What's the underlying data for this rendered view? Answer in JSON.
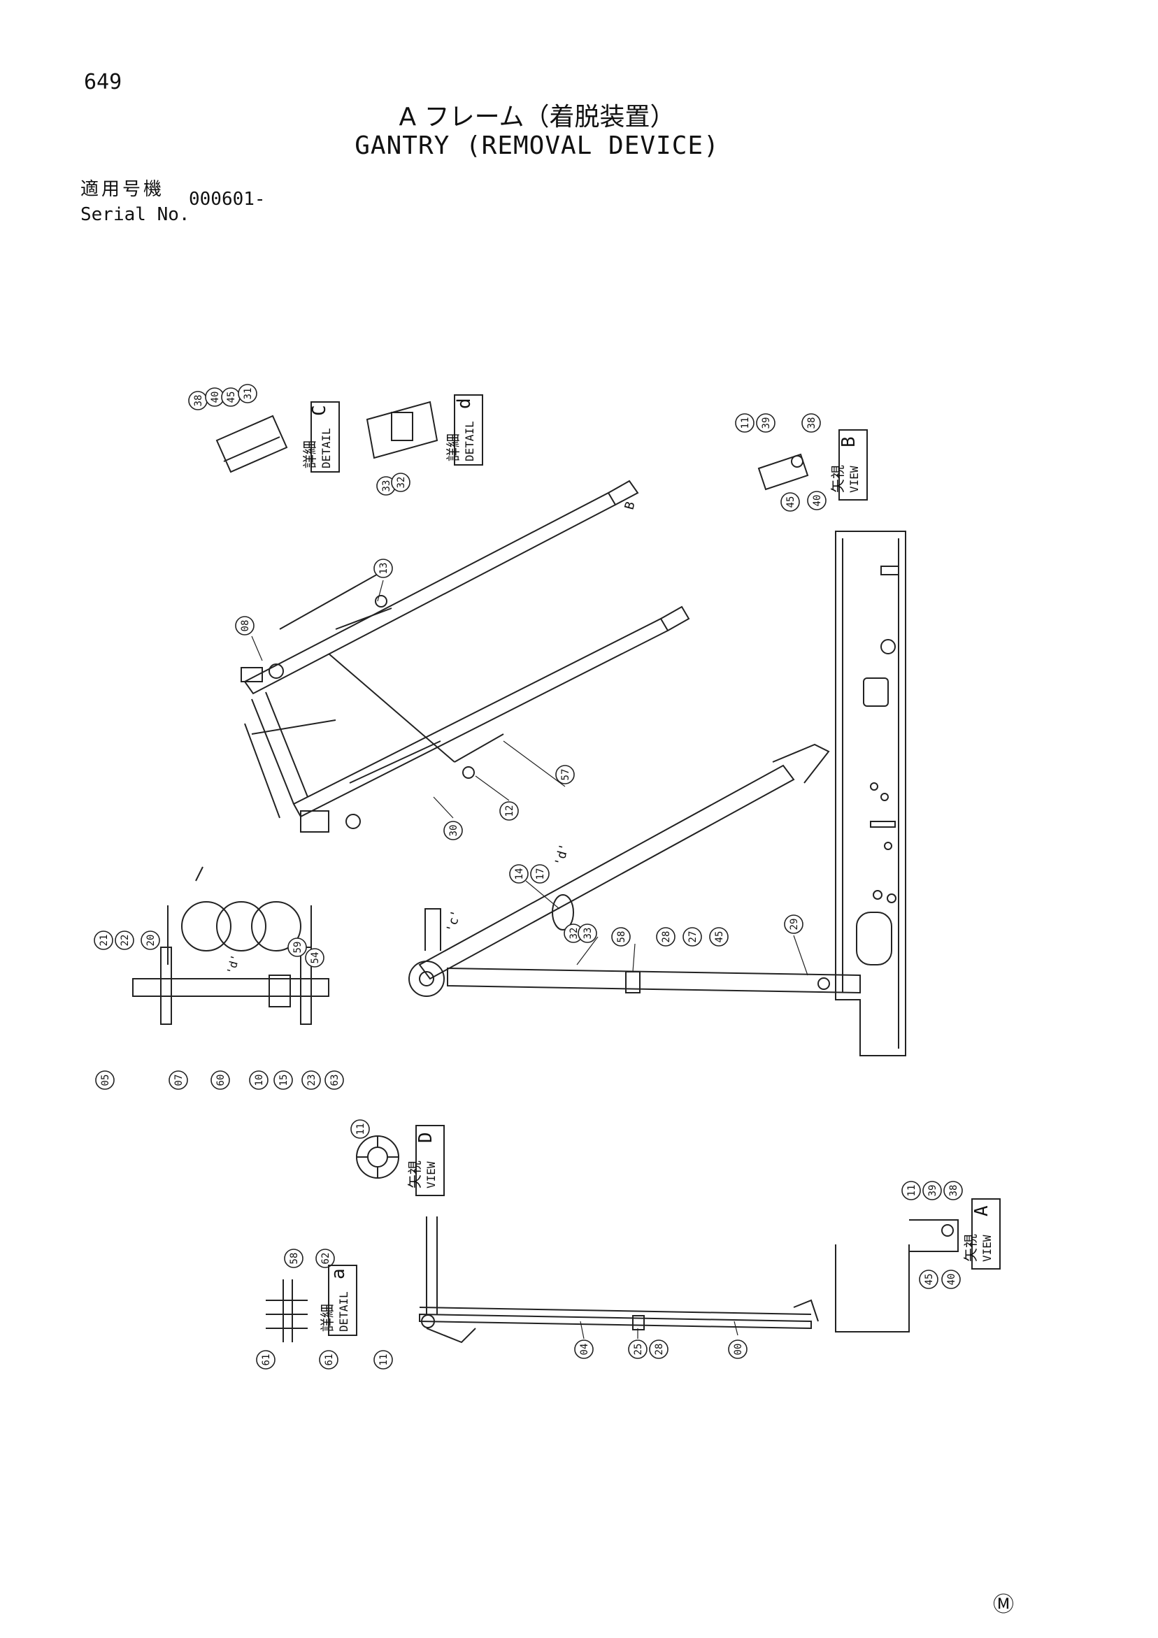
{
  "page_number": "649",
  "title_jp": "A フレーム（着脱装置）",
  "title_en": "GANTRY (REMOVAL DEVICE)",
  "serial": {
    "label_jp": "適用号機",
    "label_en": "Serial No.",
    "value": "000601-"
  },
  "mark": "Ⓜ",
  "callouts": {
    "detail_c": [
      "38",
      "40",
      "45",
      "31"
    ],
    "detail_d": [
      "33",
      "32"
    ],
    "view_b": [
      "11",
      "39",
      "38",
      "45",
      "40"
    ],
    "upper_frame": [
      "13",
      "08",
      "12",
      "30",
      "57"
    ],
    "mid": [
      "14",
      "17",
      "32",
      "33",
      "58",
      "28",
      "27",
      "45",
      "29"
    ],
    "left_assembly": [
      "21",
      "22",
      "20",
      "59",
      "54",
      "05",
      "07",
      "60",
      "10",
      "15",
      "23",
      "63"
    ],
    "view_d": [
      "11"
    ],
    "view_a": [
      "11",
      "39",
      "38",
      "45",
      "40"
    ],
    "detail_a": [
      "61",
      "58",
      "62",
      "61"
    ],
    "bottom": [
      "11",
      "04",
      "25",
      "28",
      "00"
    ]
  },
  "labels": {
    "detail_c_jp": "詳細",
    "detail_c_en": "DETAIL",
    "detail_c_letter": "C",
    "detail_d_jp": "詳細",
    "detail_d_en": "DETAIL",
    "detail_d_letter": "d",
    "view_b_jp": "矢視",
    "view_b_en": "VIEW",
    "view_b_letter": "B",
    "view_d_jp": "矢視",
    "view_d_en": "VIEW",
    "view_d_letter": "D",
    "view_a_jp": "矢視",
    "view_a_en": "VIEW",
    "view_a_letter": "A",
    "detail_a_jp": "詳細",
    "detail_a_en": "DETAIL",
    "detail_a_letter": "a",
    "arrow_b": "B",
    "note_c": "'c'",
    "note_d": "'d'",
    "note_d2": "'d'"
  }
}
